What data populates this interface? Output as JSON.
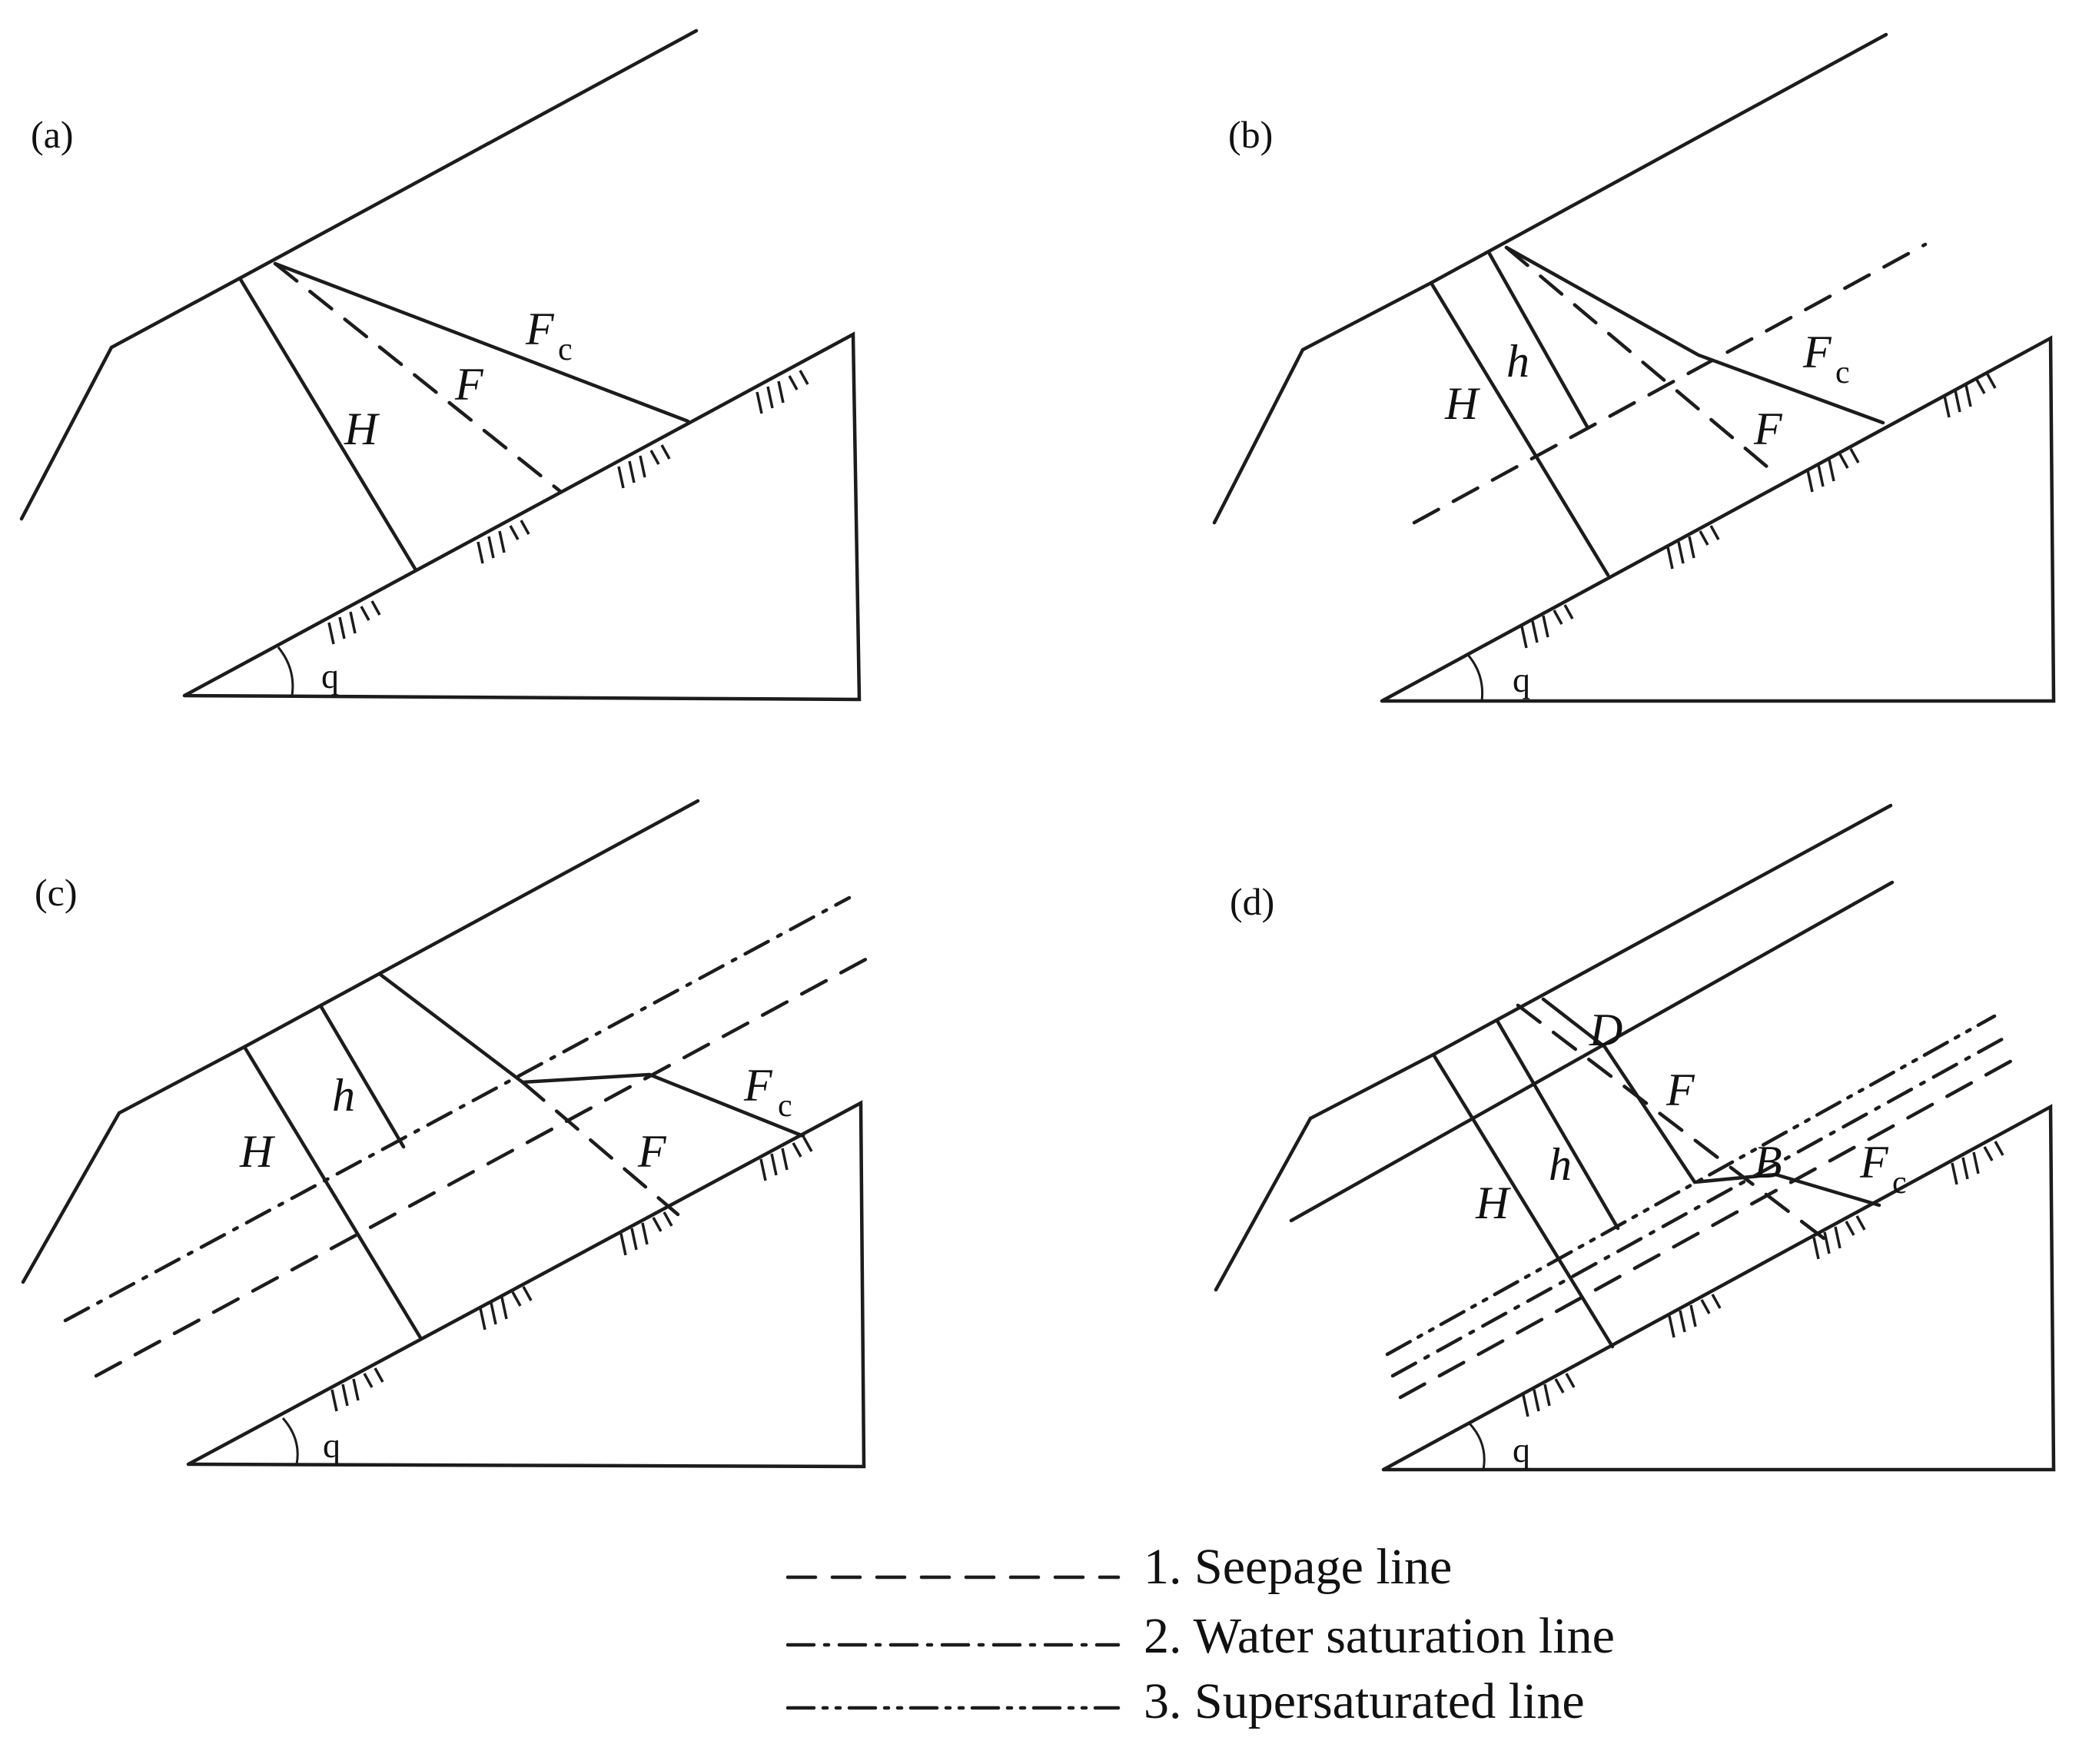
{
  "panels": {
    "a": {
      "tag": "(a)",
      "H": "H",
      "F": "F",
      "Fc": "F",
      "Fc_sub": "c",
      "angle": "q"
    },
    "b": {
      "tag": "(b)",
      "H": "H",
      "h": "h",
      "F": "F",
      "Fc": "F",
      "Fc_sub": "c",
      "angle": "q"
    },
    "c": {
      "tag": "(c)",
      "H": "H",
      "h": "h",
      "F": "F",
      "Fc": "F",
      "Fc_sub": "c",
      "angle": "q"
    },
    "d": {
      "tag": "(d)",
      "H": "H",
      "h": "h",
      "F": "F",
      "Fc": "F",
      "Fc_sub": "c",
      "D": "D",
      "B": "B",
      "angle": "q"
    }
  },
  "legend": [
    {
      "label": "1. Seepage line",
      "style": "dashed"
    },
    {
      "label": "2. Water saturation line",
      "style": "dash-dot"
    },
    {
      "label": "3. Supersaturated line",
      "style": "dash-dot-dot"
    }
  ]
}
